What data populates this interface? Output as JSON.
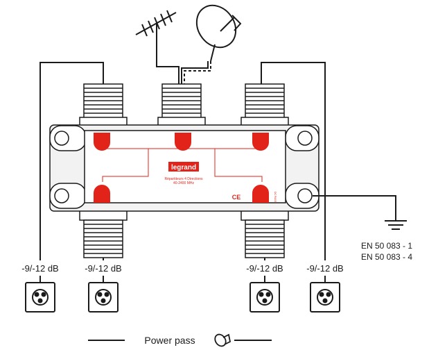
{
  "brand": "legrand",
  "device": {
    "description_line1": "Répartiteurs 4 Directions",
    "description_line2": "40-2400 MHz",
    "ce_mark": "CE",
    "port_note": "DC PASS"
  },
  "outputs": [
    {
      "attenuation": "-9/-12 dB"
    },
    {
      "attenuation": "-9/-12 dB"
    },
    {
      "attenuation": "-9/-12 dB"
    },
    {
      "attenuation": "-9/-12 dB"
    }
  ],
  "standards": [
    "EN 50 083 - 1",
    "EN 50 083 - 4"
  ],
  "footer": {
    "power_pass_label": "Power pass"
  },
  "icons": {
    "antenna": "terrestrial-antenna-icon",
    "satellite": "satellite-dish-icon",
    "outlet": "tv-outlet-icon",
    "ground": "ground-icon",
    "power_pass": "power-pass-dish-icon"
  },
  "colors": {
    "accent": "#e2231a",
    "line": "#1a1a1a",
    "body": "#f2f2f2"
  }
}
